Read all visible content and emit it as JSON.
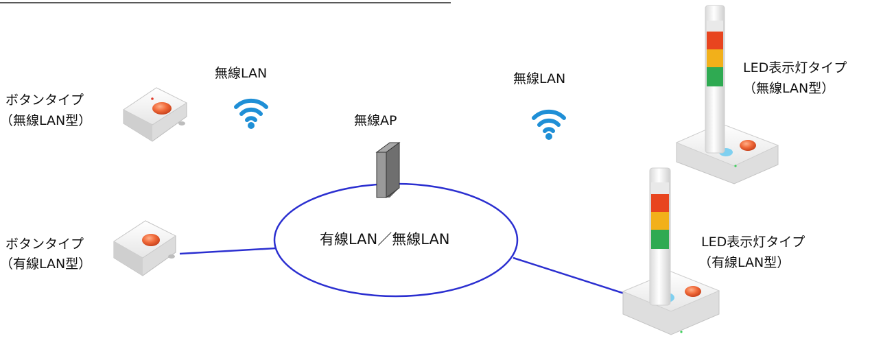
{
  "diagram": {
    "network_label": "有線LAN／無線LAN",
    "ap_label": "無線AP",
    "wireless_label_left": "無線LAN",
    "wireless_label_right": "無線LAN",
    "button_wireless": {
      "line1": "ボタンタイプ",
      "line2": "（無線LAN型）"
    },
    "button_wired": {
      "line1": "ボタンタイプ",
      "line2": "（有線LAN型）"
    },
    "led_wireless": {
      "line1": "LED表示灯タイプ",
      "line2": "（無線LAN型）"
    },
    "led_wired": {
      "line1": "LED表示灯タイプ",
      "line2": "（有線LAN型）"
    },
    "colors": {
      "link": "#2b2fd0",
      "wifi": "#1f8fd6",
      "button_red": "#e8512a",
      "ap": "#8a8a8a"
    },
    "icons": [
      "wifi-icon",
      "button-device",
      "signal-tower-device",
      "access-point"
    ]
  }
}
